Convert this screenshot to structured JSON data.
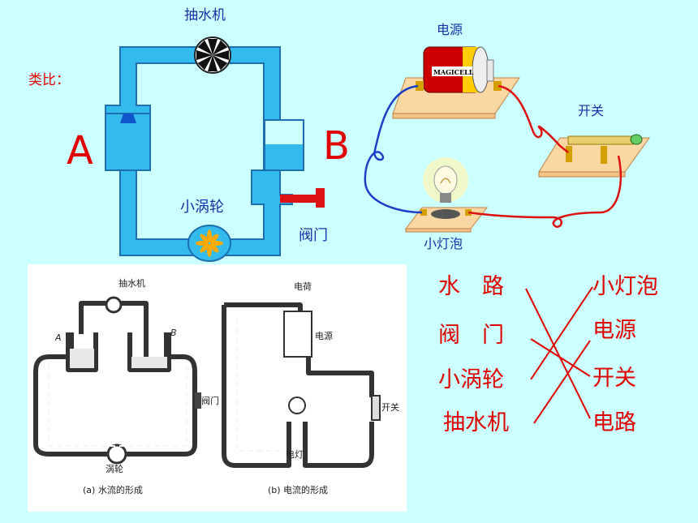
{
  "labels": {
    "pump": "抽水机",
    "analogy": "类比：",
    "a": "A",
    "b": "B",
    "turbine": "小涡轮",
    "valve": "阀门",
    "power": "电源",
    "switch": "开关",
    "bulb": "小灯泡",
    "battery_brand": "MAGICELL"
  },
  "figure": {
    "pump": "抽水机",
    "a": "A",
    "b": "B",
    "valve": "阀门",
    "turbine": "涡轮",
    "caption_a": "(a) 水流的形成",
    "charge": "电荷",
    "source": "电源",
    "switch": "开关",
    "lamp": "电灯",
    "caption_b": "(b) 电流的形成"
  },
  "matching": {
    "left": [
      "水　路",
      "阀　门",
      "小涡轮",
      "抽水机"
    ],
    "right": [
      "小灯泡",
      "电源",
      "开关",
      "电路"
    ]
  },
  "colors": {
    "background": "#ccffff",
    "water": "#33bbee",
    "accent_red": "#e00000",
    "label_blue": "#1a2fa8"
  }
}
